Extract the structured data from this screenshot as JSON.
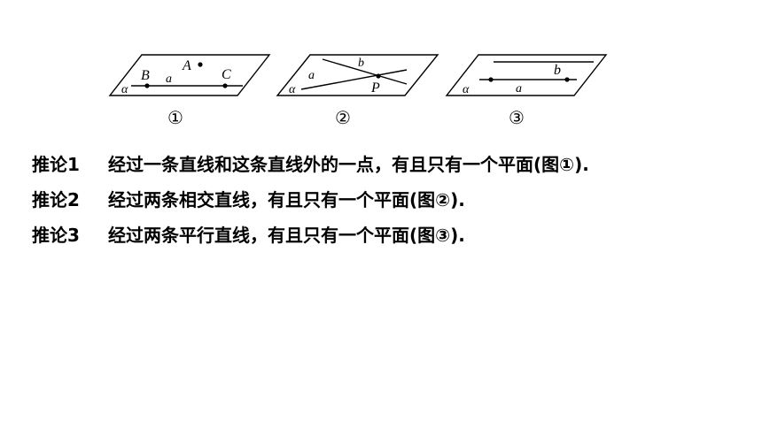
{
  "figures": [
    {
      "caption": "①",
      "labels": {
        "plane": "α",
        "point_a": "A",
        "point_b": "B",
        "point_c": "C",
        "line": "a"
      }
    },
    {
      "caption": "②",
      "labels": {
        "plane": "α",
        "line_a": "a",
        "line_b": "b",
        "point_p": "P"
      }
    },
    {
      "caption": "③",
      "labels": {
        "plane": "α",
        "line_a": "a",
        "line_b": "b"
      }
    }
  ],
  "corollaries": [
    {
      "label": "推论1",
      "text": "经过一条直线和这条直线外的一点，有且只有一个平面(图①)."
    },
    {
      "label": "推论2",
      "text": "经过两条相交直线，有且只有一个平面(图②)."
    },
    {
      "label": "推论3",
      "text": "经过两条平行直线，有且只有一个平面(图③)."
    }
  ]
}
